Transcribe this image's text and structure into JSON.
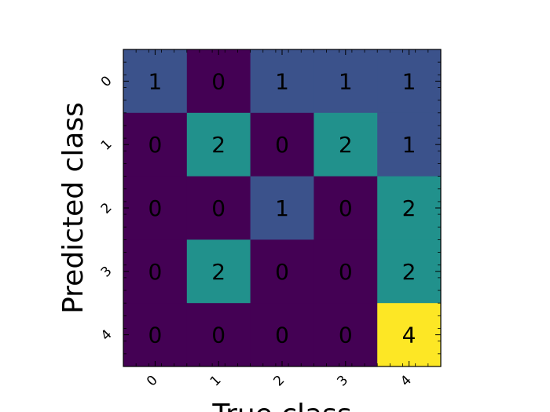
{
  "chart_data": {
    "type": "heatmap",
    "xlabel": "True class",
    "ylabel": "Predicted class",
    "x_categories": [
      "0",
      "1",
      "2",
      "3",
      "4"
    ],
    "y_categories": [
      "0",
      "1",
      "2",
      "3",
      "4"
    ],
    "values": [
      [
        1,
        0,
        1,
        1,
        1
      ],
      [
        0,
        2,
        0,
        2,
        1
      ],
      [
        0,
        0,
        1,
        0,
        2
      ],
      [
        0,
        2,
        0,
        0,
        2
      ],
      [
        0,
        0,
        0,
        0,
        4
      ]
    ],
    "value_range": [
      0,
      4
    ],
    "colormap": "viridis",
    "colors": {
      "0": "#440154",
      "1": "#3b528b",
      "2": "#21918c",
      "4": "#fde725"
    },
    "grid": false,
    "colorbar": false
  }
}
